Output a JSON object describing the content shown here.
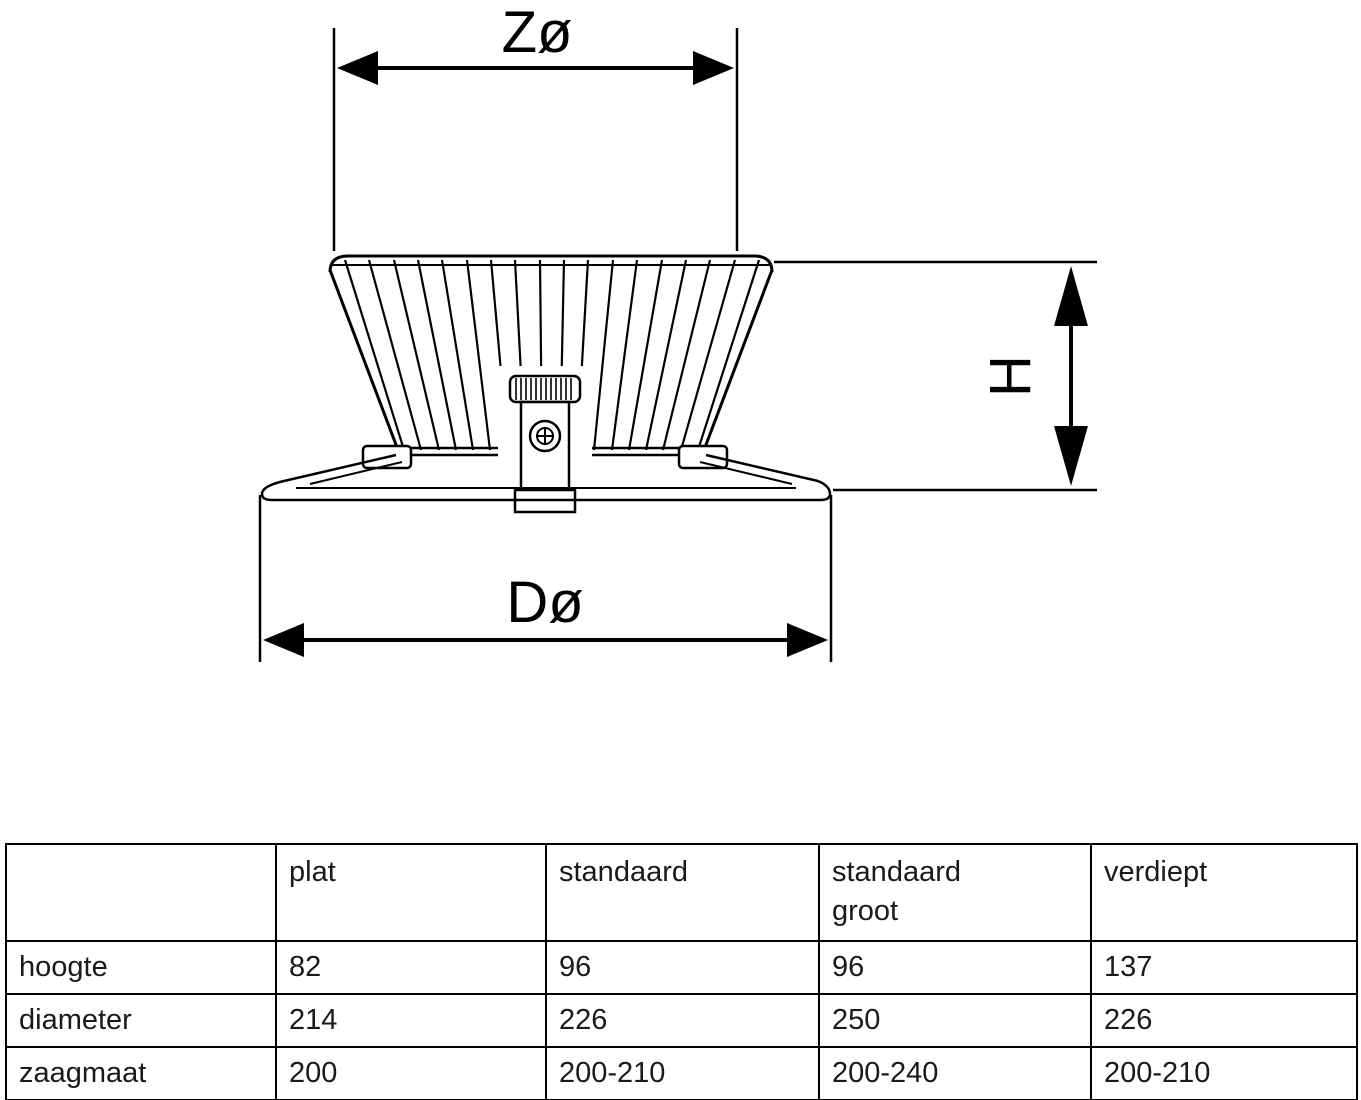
{
  "diagram": {
    "top_dimension_label": "Zø",
    "height_dimension_label": "H",
    "bottom_dimension_label": "Dø"
  },
  "table": {
    "columns": [
      "",
      "plat",
      "standaard",
      "standaard\ngroot",
      "verdiept"
    ],
    "rows": [
      {
        "label": "hoogte",
        "values": [
          "82",
          "96",
          "96",
          "137"
        ]
      },
      {
        "label": "diameter",
        "values": [
          "214",
          "226",
          "250",
          "226"
        ]
      },
      {
        "label": "zaagmaat",
        "values": [
          "200",
          "200-210",
          "200-240",
          "200-210"
        ]
      }
    ]
  }
}
